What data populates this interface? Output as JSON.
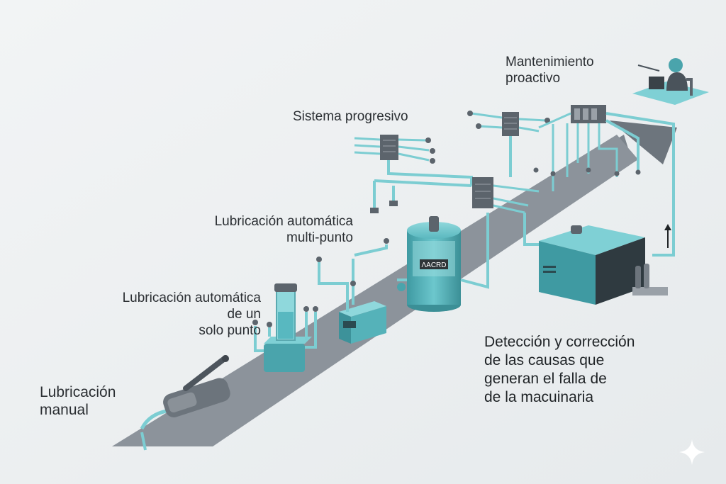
{
  "diagram": {
    "stages": [
      {
        "id": "manual",
        "lines": [
          "Lubricación",
          "manual"
        ]
      },
      {
        "id": "single-point",
        "lines": [
          "Lubricación automática",
          "de un",
          "solo punto"
        ]
      },
      {
        "id": "multi-point",
        "lines": [
          "Lubricación automática",
          "multi-punto"
        ]
      },
      {
        "id": "progressive",
        "lines": [
          "Sistema progresivo"
        ]
      },
      {
        "id": "proactive",
        "lines": [
          "Mantenimiento",
          "proactivo"
        ]
      }
    ],
    "reservoir_label": "ɅΑCRD",
    "caption": [
      "Detección y corrección",
      "de las causas que",
      "generan el falla de",
      "de la macuinaria"
    ]
  },
  "colors": {
    "background": "#eceff1",
    "path": "#8c939b",
    "teal": "#58b8c0",
    "teal_dark": "#3f8f97",
    "pipe": "#7ccdd2",
    "metal": "#5c646c",
    "text": "#2b2f33"
  }
}
